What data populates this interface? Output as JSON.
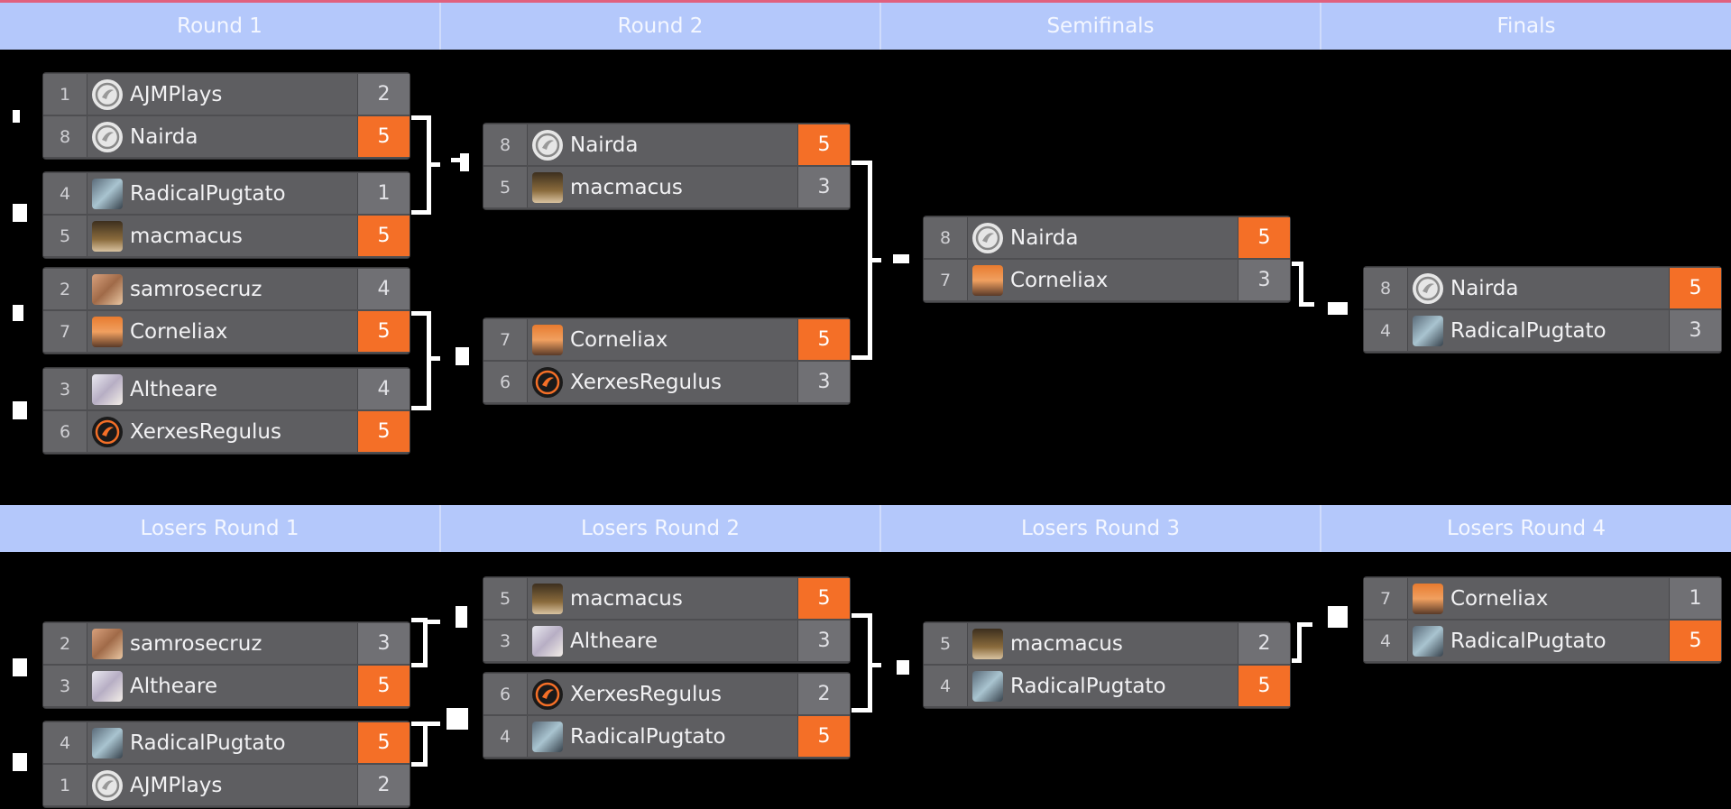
{
  "headers": {
    "winners": [
      "Round 1",
      "Round 2",
      "Semifinals",
      "Finals"
    ],
    "losers": [
      "Losers Round 1",
      "Losers Round 2",
      "Losers Round 3",
      "Losers Round 4"
    ]
  },
  "colors": {
    "header_bg": "#b4c8fb",
    "win_score_bg": "#f46f27",
    "accent_top": "#e0607e"
  },
  "winners": [
    {
      "seed1": "1",
      "name1": "AJMPlays",
      "score1": "2",
      "icon1": "logo-icon",
      "seed2": "8",
      "name2": "Nairda",
      "score2": "5",
      "icon2": "logo-icon"
    },
    {
      "seed1": "4",
      "name1": "RadicalPugtato",
      "score1": "1",
      "icon1": "avatar-photo",
      "seed2": "5",
      "name2": "macmacus",
      "score2": "5",
      "icon2": "avatar-photo"
    },
    {
      "seed1": "2",
      "name1": "samrosecruz",
      "score1": "4",
      "icon1": "avatar-photo",
      "seed2": "7",
      "name2": "Corneliax",
      "score2": "5",
      "icon2": "avatar-photo"
    },
    {
      "seed1": "3",
      "name1": "Altheare",
      "score1": "4",
      "icon1": "avatar-photo",
      "seed2": "6",
      "name2": "XerxesRegulus",
      "score2": "5",
      "icon2": "logo-icon"
    },
    {
      "seed1": "8",
      "name1": "Nairda",
      "score1": "5",
      "icon1": "logo-icon",
      "seed2": "5",
      "name2": "macmacus",
      "score2": "3",
      "icon2": "avatar-photo"
    },
    {
      "seed1": "7",
      "name1": "Corneliax",
      "score1": "5",
      "icon1": "avatar-photo",
      "seed2": "6",
      "name2": "XerxesRegulus",
      "score2": "3",
      "icon2": "logo-icon"
    },
    {
      "seed1": "8",
      "name1": "Nairda",
      "score1": "5",
      "icon1": "logo-icon",
      "seed2": "7",
      "name2": "Corneliax",
      "score2": "3",
      "icon2": "avatar-photo"
    },
    {
      "seed1": "8",
      "name1": "Nairda",
      "score1": "5",
      "icon1": "logo-icon",
      "seed2": "4",
      "name2": "RadicalPugtato",
      "score2": "3",
      "icon2": "avatar-photo"
    }
  ],
  "losers": [
    {
      "seed1": "2",
      "name1": "samrosecruz",
      "score1": "3",
      "icon1": "avatar-photo",
      "seed2": "3",
      "name2": "Altheare",
      "score2": "5",
      "icon2": "avatar-photo"
    },
    {
      "seed1": "4",
      "name1": "RadicalPugtato",
      "score1": "5",
      "icon1": "avatar-photo",
      "seed2": "1",
      "name2": "AJMPlays",
      "score2": "2",
      "icon2": "logo-icon"
    },
    {
      "seed1": "5",
      "name1": "macmacus",
      "score1": "5",
      "icon1": "avatar-photo",
      "seed2": "3",
      "name2": "Altheare",
      "score2": "3",
      "icon2": "avatar-photo"
    },
    {
      "seed1": "6",
      "name1": "XerxesRegulus",
      "score1": "2",
      "icon1": "logo-icon",
      "seed2": "4",
      "name2": "RadicalPugtato",
      "score2": "5",
      "icon2": "avatar-photo"
    },
    {
      "seed1": "5",
      "name1": "macmacus",
      "score1": "2",
      "icon1": "avatar-photo",
      "seed2": "4",
      "name2": "RadicalPugtato",
      "score2": "5",
      "icon2": "avatar-photo"
    },
    {
      "seed1": "7",
      "name1": "Corneliax",
      "score1": "1",
      "icon1": "avatar-photo",
      "seed2": "4",
      "name2": "RadicalPugtato",
      "score2": "5",
      "icon2": "avatar-photo"
    }
  ]
}
